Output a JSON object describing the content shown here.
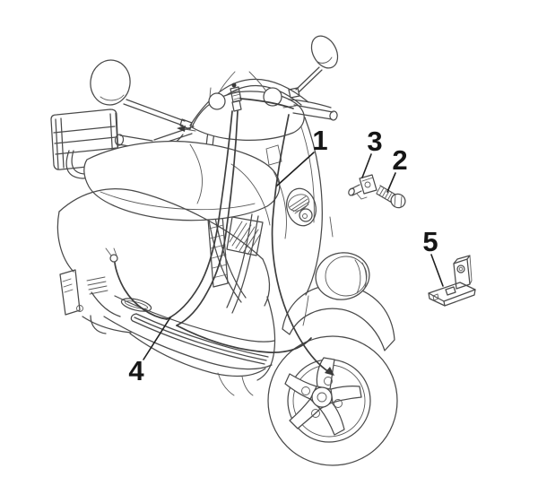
{
  "diagram": {
    "background_color": "#ffffff",
    "line_color": "#4a4a4a",
    "label_color": "#161616",
    "callouts": [
      {
        "label": "1"
      },
      {
        "label": "2"
      },
      {
        "label": "3"
      },
      {
        "label": "4"
      },
      {
        "label": "5"
      }
    ]
  }
}
